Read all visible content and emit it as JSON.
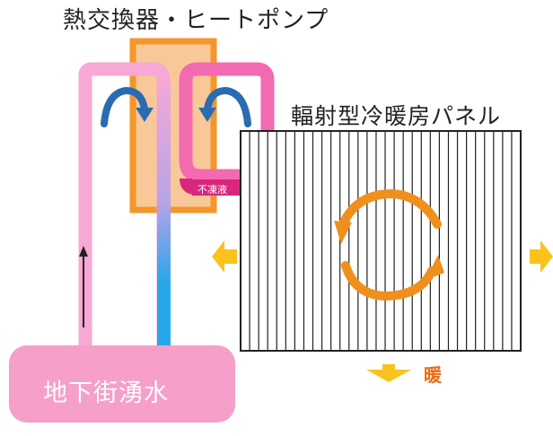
{
  "labels": {
    "heat_exchanger": "熱交換器・ヒートポンプ",
    "radiant_panel": "輻射型冷暖房パネル",
    "antifreeze": "不凍液",
    "heating": "暖",
    "water_source": "地下街湧水"
  },
  "panel": {
    "fin_count": 30
  },
  "colors": {
    "heat_exchanger_fill": "#f8c898",
    "heat_exchanger_border": "#f4962a",
    "well_water_pipe": "#f7a8d4",
    "return_pipe": "#27a7ea",
    "antifreeze_pipe": "#d8287d",
    "flow_arrow": "#2a6cb2",
    "convection_arrow": "#f0901c",
    "heat_arrow": "#f9c21d",
    "heating_text": "#ee6a10",
    "water_source_fill": "#f59fca"
  }
}
